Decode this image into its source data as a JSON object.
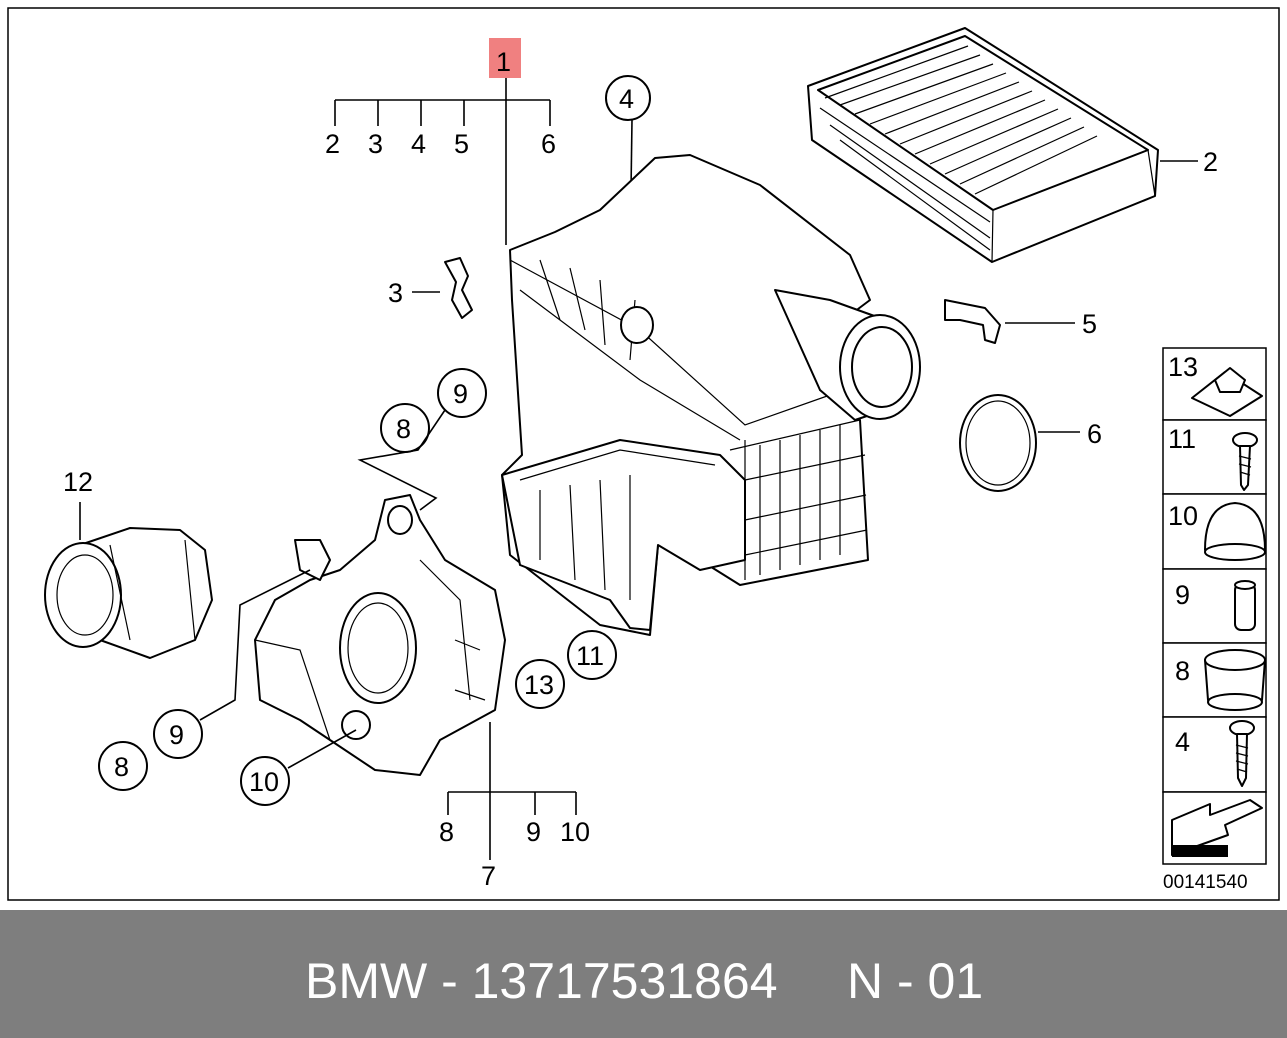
{
  "callouts": {
    "c1": "1",
    "c2a": "2",
    "c3a": "3",
    "c4a": "4",
    "c5a": "5",
    "c6a": "6",
    "c2": "2",
    "c3": "3",
    "c4": "4",
    "c5": "5",
    "c6": "6",
    "c7": "7",
    "c8a": "8",
    "c9a": "9",
    "c10a": "10",
    "c8b": "8",
    "c9b": "9",
    "c8c": "8",
    "c9c": "9",
    "c10b": "10",
    "c11": "11",
    "c12": "12",
    "c13": "13"
  },
  "legend": [
    {
      "label": "13",
      "icon": "nut-icon"
    },
    {
      "label": "11",
      "icon": "screw-icon"
    },
    {
      "label": "10",
      "icon": "cap-icon"
    },
    {
      "label": "9",
      "icon": "sleeve-icon"
    },
    {
      "label": "8",
      "icon": "grommet-icon"
    },
    {
      "label": "4",
      "icon": "screw-icon"
    },
    {
      "label": "",
      "icon": "direction-arrow-icon"
    }
  ],
  "diagram_id": "00141540",
  "footer": {
    "brand_part": "BMW - 13717531864",
    "ref": "N - 01"
  },
  "colors": {
    "highlight": "#f08080",
    "footer_bg": "#7e7e7e",
    "footer_text": "#ffffff"
  }
}
